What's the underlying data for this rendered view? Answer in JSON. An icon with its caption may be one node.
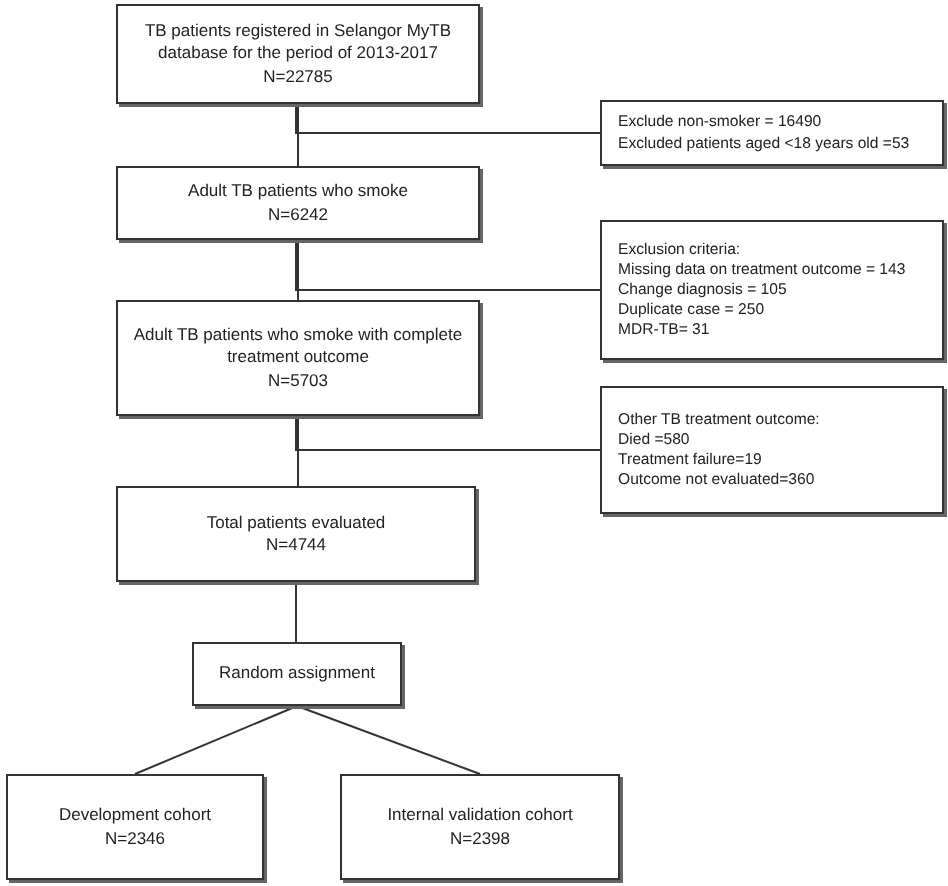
{
  "diagram": {
    "nodes": [
      {
        "text": [
          "TB patients registered in Selangor MyTB database for the period of 2013-2017",
          "N=22785"
        ]
      },
      {
        "text": [
          "Exclude non-smoker = 16490",
          "Excluded patients aged <18 years old =53"
        ]
      },
      {
        "text": [
          "Adult TB patients who smoke",
          "N=6242"
        ]
      },
      {
        "text": [
          "Exclusion criteria:",
          "Missing data on treatment outcome = 143",
          "Change diagnosis = 105",
          "Duplicate case = 250",
          "MDR-TB= 31"
        ]
      },
      {
        "text": [
          "Adult TB patients who smoke with complete treatment outcome",
          "N=5703"
        ]
      },
      {
        "text": [
          "Other TB treatment outcome:",
          "Died =580",
          "Treatment failure=19",
          "Outcome not evaluated=360"
        ]
      },
      {
        "text": [
          "Total patients evaluated",
          "N=4744"
        ]
      },
      {
        "text": [
          "Random assignment"
        ]
      },
      {
        "text": [
          "Development cohort",
          "N=2346"
        ]
      },
      {
        "text": [
          "Internal validation cohort",
          "N=2398"
        ]
      }
    ],
    "edges": [
      {
        "from": 0,
        "to": 2,
        "arrow": "none"
      },
      {
        "from": 0,
        "to": 1,
        "arrow": "none"
      },
      {
        "from": 2,
        "to": 4,
        "arrow": "none"
      },
      {
        "from": 2,
        "to": 3,
        "arrow": "none"
      },
      {
        "from": 4,
        "to": 6,
        "arrow": "none"
      },
      {
        "from": 4,
        "to": 5,
        "arrow": "none"
      },
      {
        "from": 6,
        "to": 7,
        "arrow": "none"
      },
      {
        "from": 7,
        "to": 8,
        "arrow": "none"
      },
      {
        "from": 7,
        "to": 9,
        "arrow": "none"
      }
    ]
  }
}
